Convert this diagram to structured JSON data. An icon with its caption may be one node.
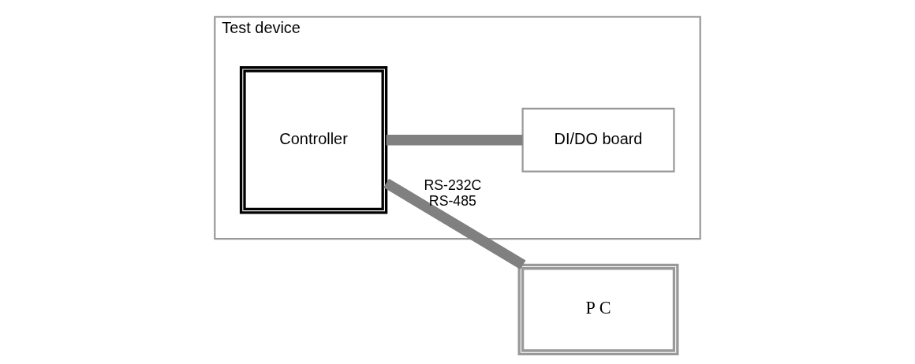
{
  "diagram": {
    "nodes": [
      {
        "text": [
          "Test device"
        ]
      },
      {
        "text": [
          "Controller"
        ],
        "in": 0
      },
      {
        "text": [
          "DI/DO board"
        ],
        "in": 0
      },
      {
        "text": [
          "P C"
        ]
      }
    ],
    "edges": [
      {
        "from": 1,
        "to": 2,
        "arrow": "none"
      },
      {
        "from": 1,
        "to": 3,
        "arrow": "none",
        "label": "RS-232C RS-485"
      }
    ]
  }
}
